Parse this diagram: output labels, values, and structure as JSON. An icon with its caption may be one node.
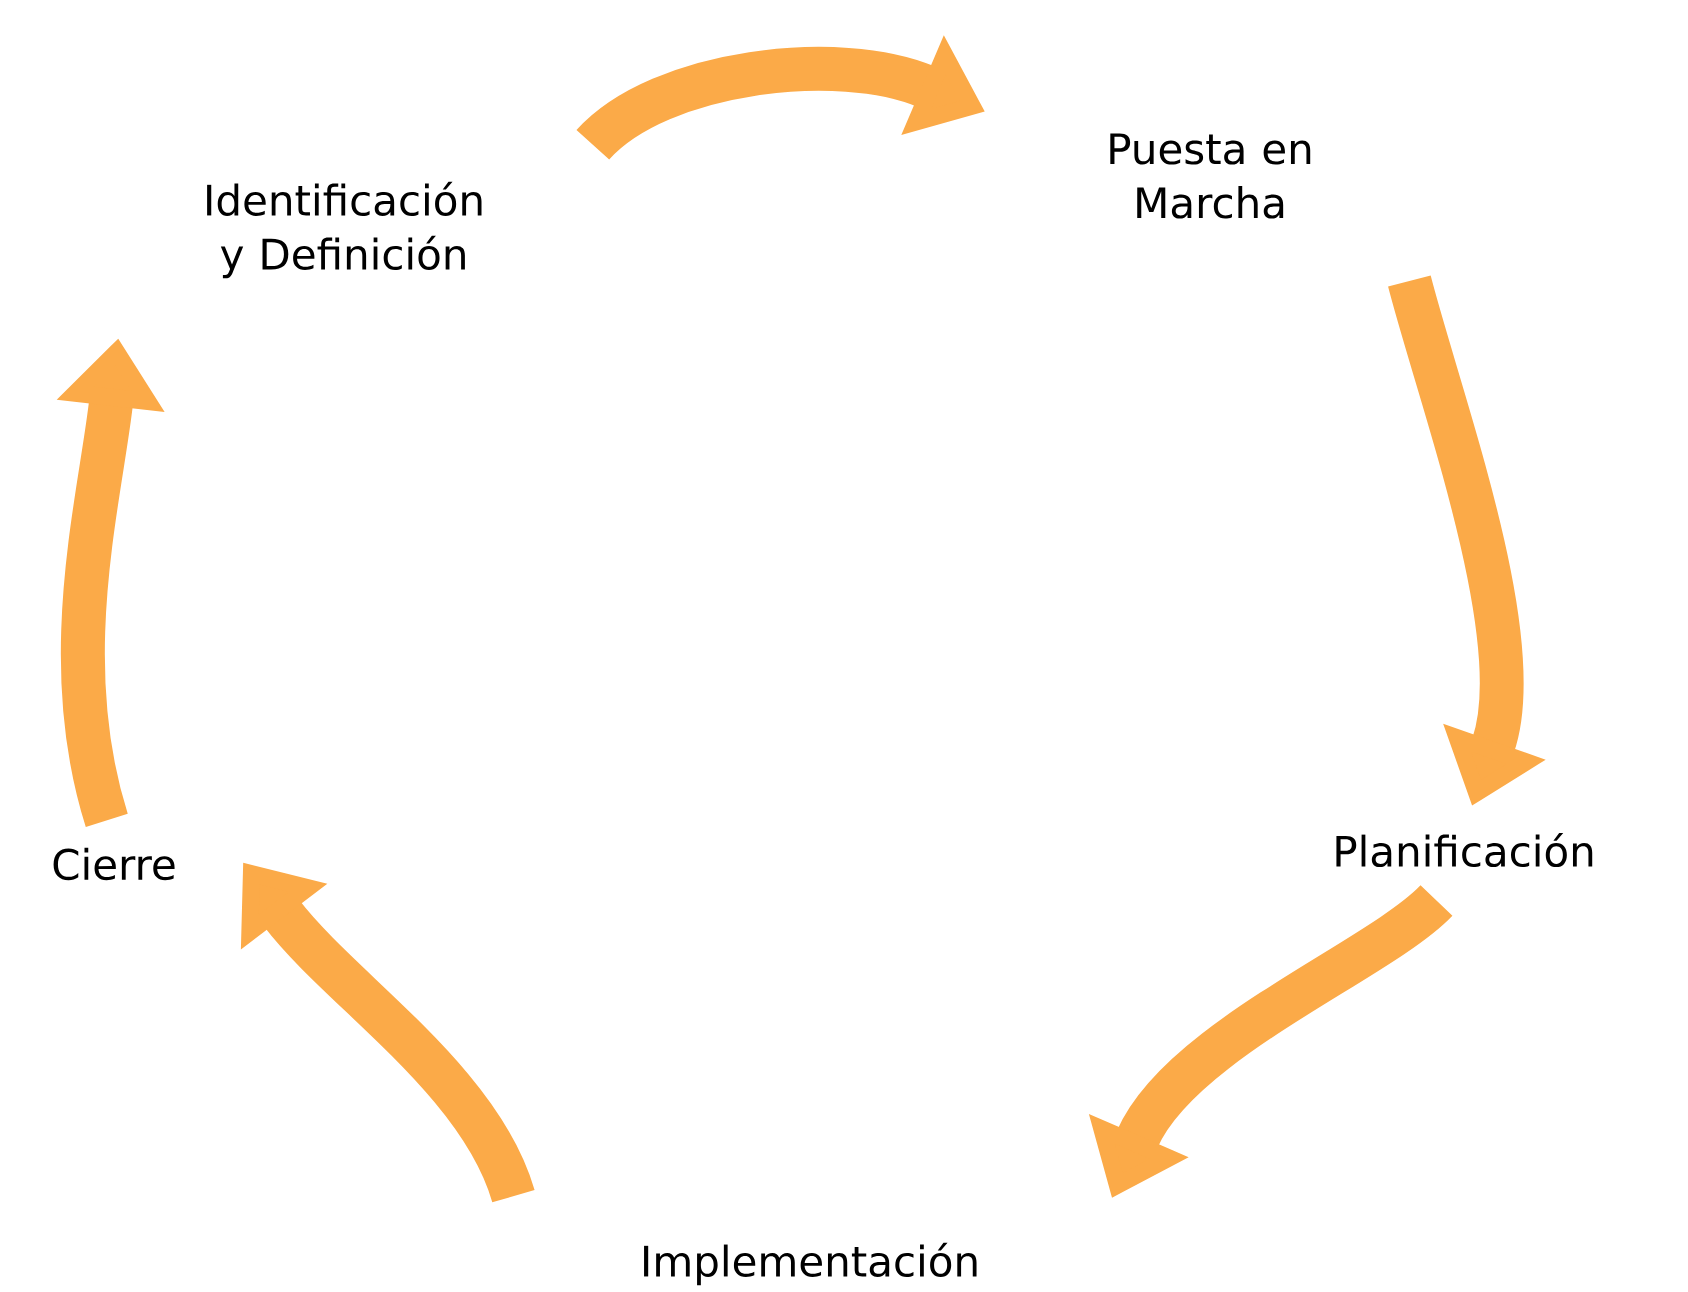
{
  "diagram": {
    "nodes": [
      {
        "text": [
          "Identificación y Definición"
        ]
      },
      {
        "text": [
          "Puesta en Marcha"
        ]
      },
      {
        "text": [
          "Planificación"
        ]
      },
      {
        "text": [
          "Implementación"
        ]
      },
      {
        "text": [
          "Cierre"
        ]
      }
    ],
    "edges": [
      {
        "from": 0,
        "to": 1,
        "arrow": "to"
      },
      {
        "from": 1,
        "to": 2,
        "arrow": "to"
      },
      {
        "from": 2,
        "to": 3,
        "arrow": "to"
      },
      {
        "from": 3,
        "to": 4,
        "arrow": "to"
      },
      {
        "from": 4,
        "to": 0,
        "arrow": "to"
      }
    ]
  }
}
